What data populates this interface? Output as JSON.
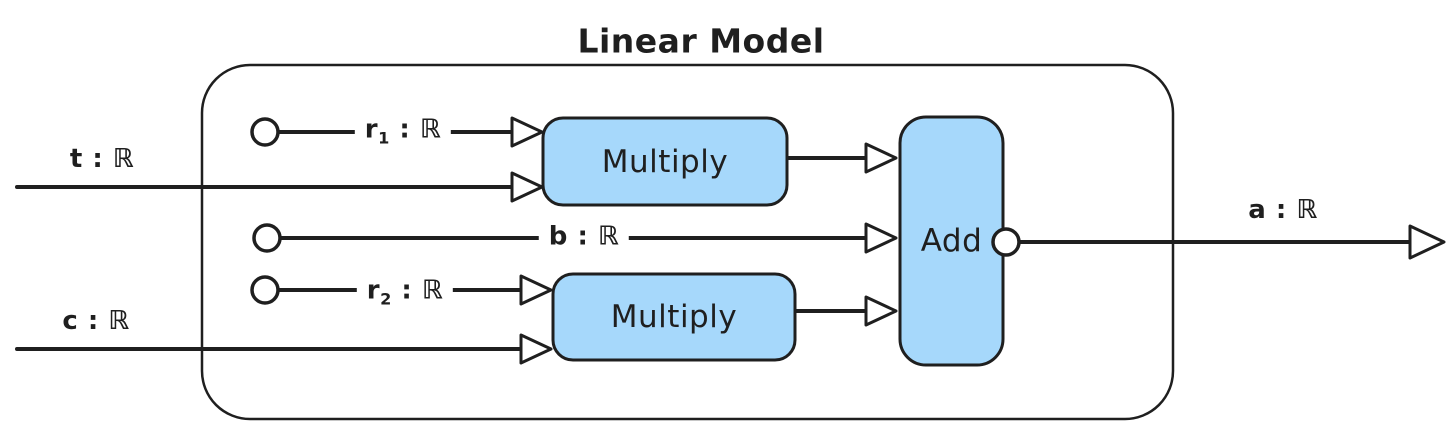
{
  "colors": {
    "stroke": "#1f1f1f",
    "text": "#1f1f1f",
    "block_fill": "#a6d8fb",
    "port_fill": "#ffffff",
    "background": "#ffffff"
  },
  "title": "Linear Model",
  "inputs": {
    "t": {
      "label": "t : ℝ"
    },
    "c": {
      "label": "c : ℝ"
    }
  },
  "output": {
    "label": "a : ℝ"
  },
  "parameters": {
    "r1": {
      "base": "r",
      "sub": "1",
      "suffix": " : ℝ"
    },
    "b": {
      "base": "b",
      "sub": "",
      "suffix": " : ℝ"
    },
    "r2": {
      "base": "r",
      "sub": "2",
      "suffix": " : ℝ"
    }
  },
  "blocks": {
    "multiply1": {
      "label": "Multiply"
    },
    "multiply2": {
      "label": "Multiply"
    },
    "add": {
      "label": "Add"
    }
  }
}
